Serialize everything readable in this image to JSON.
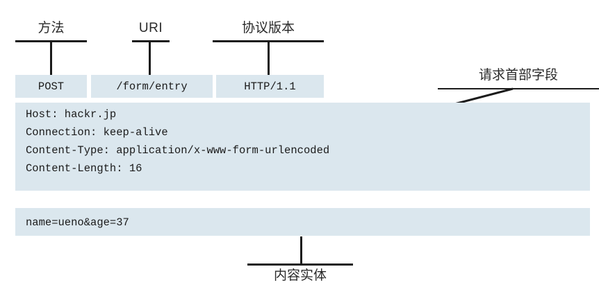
{
  "figure": {
    "title": "HTTP POST request message structure",
    "accent_block_color": "#dbe7ee",
    "line_color": "#1b1b1b",
    "text_color": "#1b1b1b"
  },
  "request_line": {
    "fields": [
      {
        "callout": "方法",
        "value": "POST"
      },
      {
        "callout": "URI",
        "value": "/form/entry"
      },
      {
        "callout": "协议版本",
        "value": "HTTP/1.1"
      }
    ]
  },
  "headers": {
    "callout": "请求首部字段",
    "lines": [
      "Host: hackr.jp",
      "Connection: keep-alive",
      "Content-Type: application/x-www-form-urlencoded",
      "Content-Length: 16"
    ]
  },
  "body": {
    "callout": "内容实体",
    "lines": [
      "name=ueno&age=37"
    ]
  }
}
